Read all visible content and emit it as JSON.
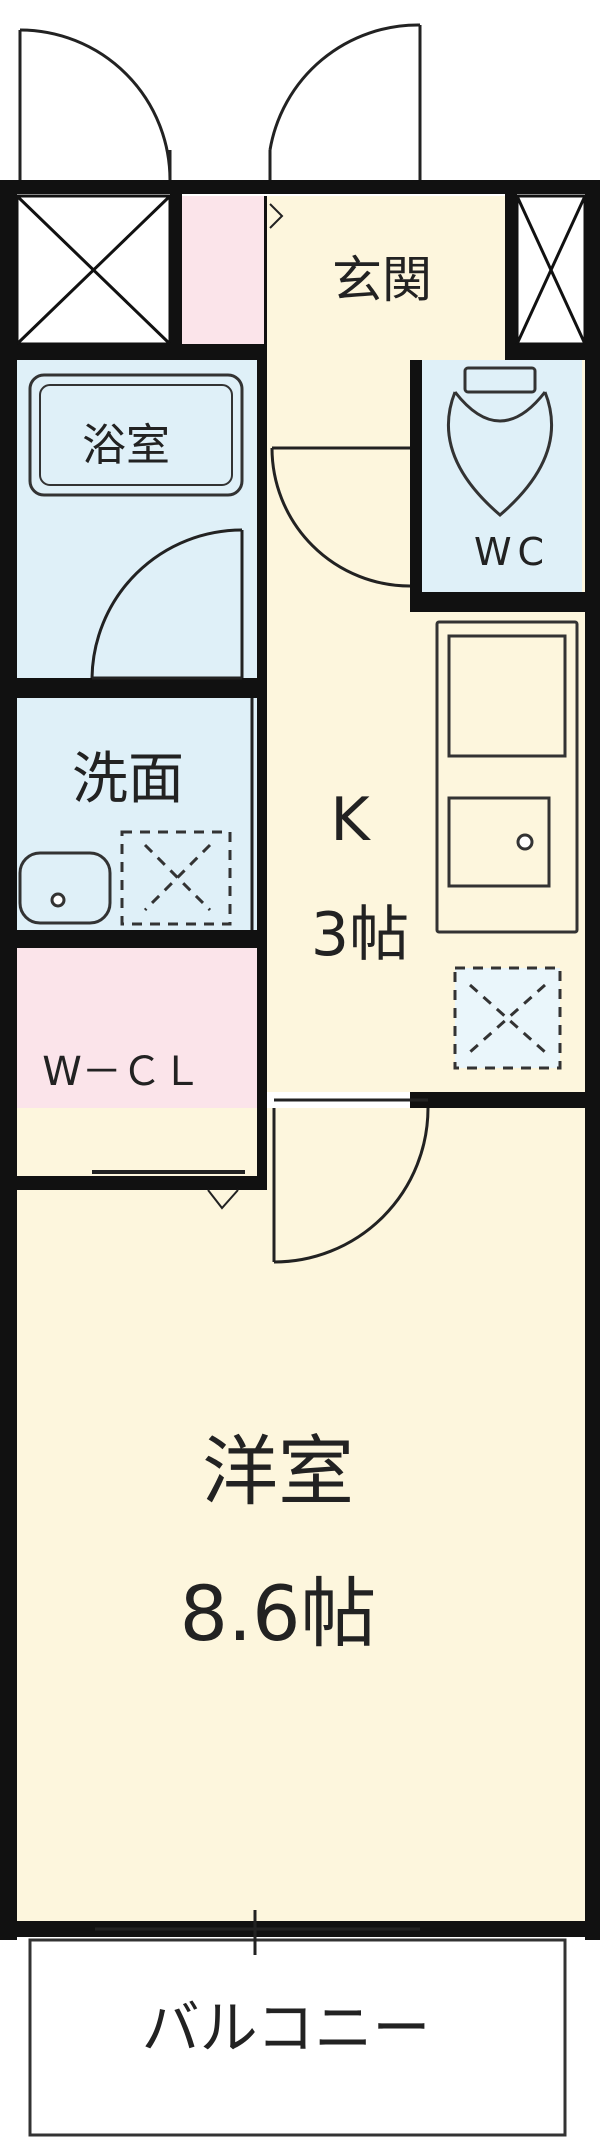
{
  "rooms": {
    "entrance": "玄関",
    "bath": "浴室",
    "wc": "WC",
    "washroom": "洗面",
    "kitchen": {
      "name": "K",
      "size": "3帖"
    },
    "walk_in_closet": "W－ＣＬ",
    "western_room": {
      "name": "洋室",
      "size": "8.6帖"
    },
    "balcony": "バルコニー"
  },
  "colors": {
    "wall": "#111111",
    "floor_cream": "#fdf6dd",
    "wet_blue": "#dff0f8",
    "closet_pink": "#fbe4ea",
    "outline": "#333333"
  }
}
